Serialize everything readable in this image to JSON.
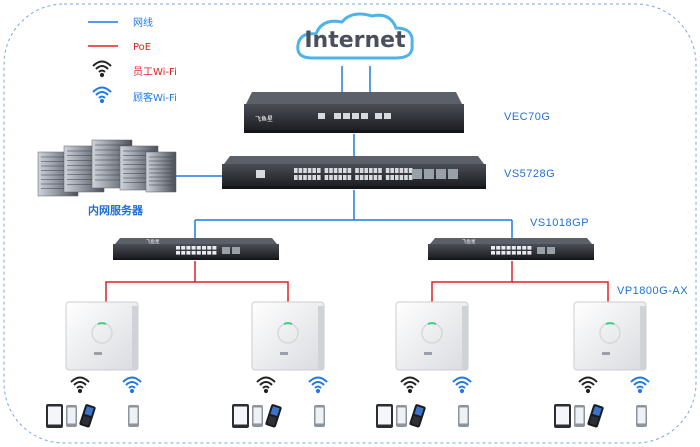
{
  "legend": {
    "wired": {
      "label": "网线",
      "color": "#1f7ae0"
    },
    "poe": {
      "label": "PoE",
      "color": "#e02020"
    },
    "staff_wifi": {
      "label": "员工Wi-Fi",
      "color": "#222222"
    },
    "guest_wifi": {
      "label": "顾客Wi-Fi",
      "color": "#1f7ae0"
    }
  },
  "cloud": {
    "label": "Internet"
  },
  "devices": {
    "gateway": {
      "model": "VEC70G",
      "brand": "飞鱼星"
    },
    "core_switch": {
      "model": "VS5728G"
    },
    "access_switch": {
      "model": "VS1018GP",
      "brand": "飞鱼星"
    },
    "ap": {
      "model": "VP1800G-AX"
    }
  },
  "servers": {
    "label": "内网服务器"
  },
  "colors": {
    "wired": "#1f7ae0",
    "poe": "#e02020",
    "frame": "#7aa7e0",
    "device_dark": "#2a2c31",
    "cloud_fill": "#ffffff",
    "cloud_stroke": "#4fb3e8"
  }
}
